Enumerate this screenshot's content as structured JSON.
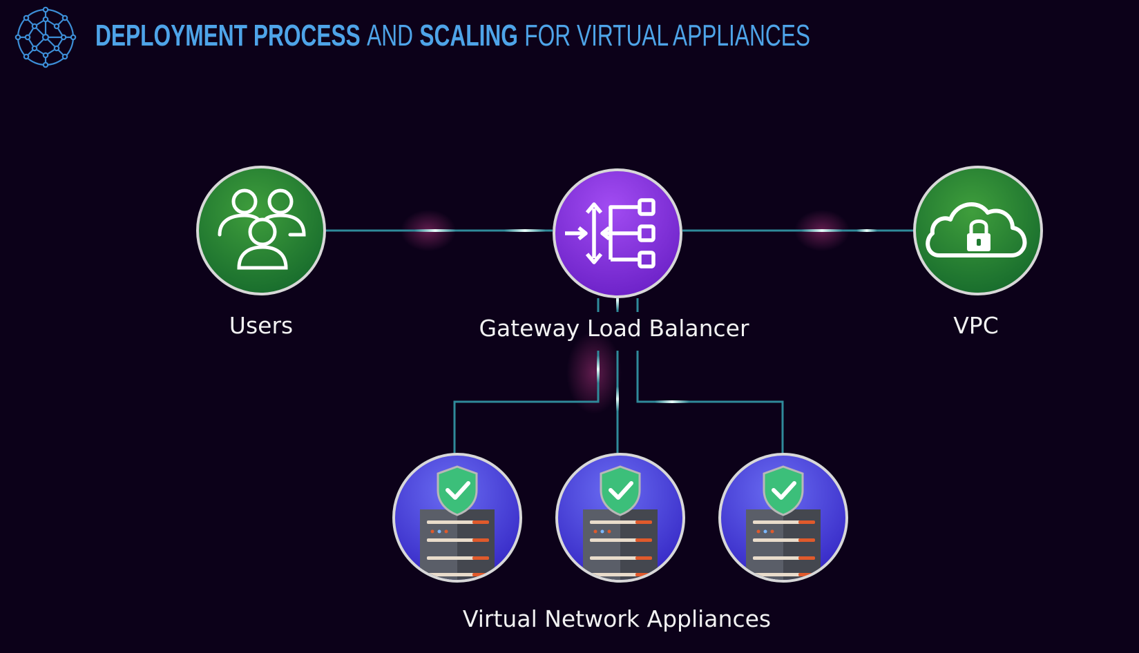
{
  "header": {
    "logo_icon": "circuit-globe-icon",
    "title_parts": {
      "part1": "DEPLOYMENT PROCESS",
      "part2": "AND",
      "part3": "SCALING",
      "part4": "FOR VIRTUAL APPLIANCES"
    }
  },
  "diagram": {
    "nodes": {
      "users": {
        "label": "Users",
        "icon": "users-group-icon"
      },
      "gateway": {
        "label": "Gateway Load Balancer",
        "icon": "load-balancer-icon"
      },
      "vpc": {
        "label": "VPC",
        "icon": "cloud-lock-icon"
      },
      "appliances": {
        "label": "Virtual Network Appliances",
        "icon": "shield-server-icon"
      }
    },
    "colors": {
      "background": "#0c0119",
      "title": "#4ea4e8",
      "green_node": "#2e8b3a",
      "purple_node": "#8b3fe0",
      "blue_node": "#4f4fe0",
      "connector": "#2f8a9a",
      "connector_glow": "#b8fff4"
    }
  }
}
